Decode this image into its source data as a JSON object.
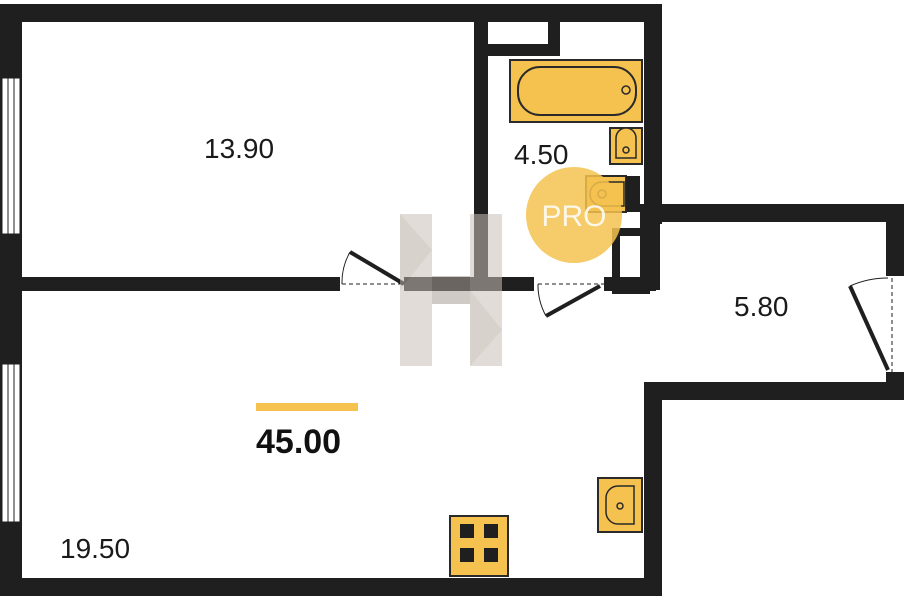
{
  "rooms": {
    "bedroom_area": "13.90",
    "bathroom_area": "4.50",
    "hallway_area": "5.80",
    "living_area": "19.50"
  },
  "total": {
    "area": "45.00"
  },
  "badge": {
    "text": "PRO"
  },
  "colors": {
    "wall": "#1f1f1f",
    "fixture_fill": "#f5c24f",
    "fixture_stroke": "#2a2a2a",
    "accent_bar": "#f5c24f",
    "badge_circle": "#f5c24f",
    "watermark": "#c9c0b7"
  },
  "icons": {
    "bathtub": "bathtub-icon",
    "bathroom_sink": "bathroom-sink-icon",
    "toilet": "toilet-icon",
    "kitchen_sink": "kitchen-sink-icon",
    "stove": "stove-icon",
    "watermark": "logo-watermark"
  }
}
